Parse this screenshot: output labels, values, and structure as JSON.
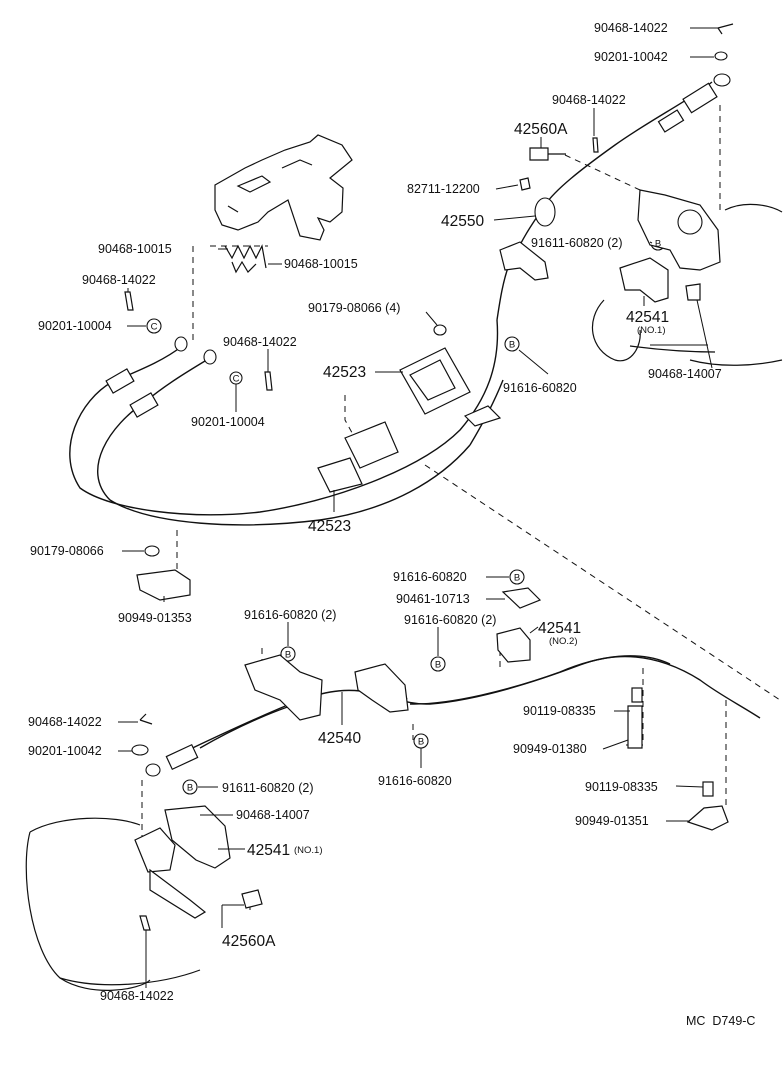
{
  "diagram": {
    "code": "MC  D749-C",
    "symbols": {
      "bolt_b": "B",
      "washer_c": "C"
    },
    "labels": {
      "p90468_14022_top": "90468-14022",
      "p90201_10042_top": "90201-10042",
      "p90468_14022_b": "90468-14022",
      "p42560A_top": "42560A",
      "p82711_12200": "82711-12200",
      "p42550": "42550",
      "p91611_60820_top": "91611-60820 (2)",
      "p90468_10015_a": "90468-10015",
      "p90468_10015_b": "90468-10015",
      "p90468_14022_c": "90468-14022",
      "p90201_10004_a": "90201-10004",
      "p90179_08066_4": "90179-08066 (4)",
      "p42541_no1_top": "42541",
      "p42541_no1_top_sub": "(NO.1)",
      "p90468_14007_top": "90468-14007",
      "p90468_14022_d": "90468-14022",
      "p42523_a": "42523",
      "p91616_60820_a": "91616-60820",
      "p90201_10004_b": "90201-10004",
      "p42523_b": "42523",
      "p90179_08066": "90179-08066",
      "p90949_01353": "90949-01353",
      "p91616_60820_b": "91616-60820",
      "p90461_10713": "90461-10713",
      "p91616_60820_2a": "91616-60820 (2)",
      "p91616_60820_2b": "91616-60820 (2)",
      "p42541_no2": "42541",
      "p42541_no2_sub": "(NO.2)",
      "p90468_14022_e": "90468-14022",
      "p42540": "42540",
      "p90119_08335_a": "90119-08335",
      "p90201_10042_b": "90201-10042",
      "p90949_01380": "90949-01380",
      "p91616_60820_c": "91616-60820",
      "p91611_60820_bot": "91611-60820 (2)",
      "p90119_08335_b": "90119-08335",
      "p90468_14007_bot": "90468-14007",
      "p90949_01351": "90949-01351",
      "p42541_no1_bot": "42541",
      "p42541_no1_bot_sub": "(NO.1)",
      "p42560A_bot": "42560A",
      "p90468_14022_f": "90468-14022"
    }
  }
}
